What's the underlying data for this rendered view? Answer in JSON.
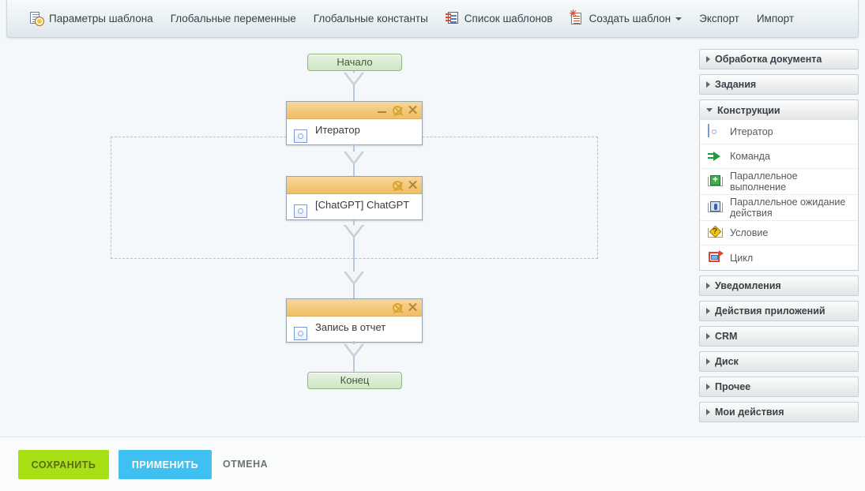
{
  "toolbar": {
    "items": [
      {
        "label": "Параметры шаблона",
        "icon": "document-settings-icon",
        "has_caret": false
      },
      {
        "label": "Глобальные переменные",
        "icon": null,
        "has_caret": false
      },
      {
        "label": "Глобальные константы",
        "icon": null,
        "has_caret": false
      },
      {
        "label": "Список шаблонов",
        "icon": "template-list-icon",
        "has_caret": false
      },
      {
        "label": "Создать шаблон",
        "icon": "new-template-icon",
        "has_caret": true
      },
      {
        "label": "Экспорт",
        "icon": null,
        "has_caret": false
      },
      {
        "label": "Импорт",
        "icon": null,
        "has_caret": false
      }
    ]
  },
  "canvas": {
    "start_node": {
      "label": "Начало"
    },
    "end_node": {
      "label": "Конец"
    },
    "activities": [
      {
        "title": "Итератор",
        "icon": "iterator-icon",
        "buttons": [
          "minimize",
          "settings",
          "close"
        ]
      },
      {
        "title": "[ChatGPT] ChatGPT",
        "icon": "activity-icon",
        "buttons": [
          "settings",
          "close"
        ]
      },
      {
        "title": "Запись в отчет",
        "icon": "activity-icon",
        "buttons": [
          "settings",
          "close"
        ]
      }
    ]
  },
  "sidebar": {
    "sections": [
      {
        "label": "Обработка документа",
        "expanded": false,
        "items": []
      },
      {
        "label": "Задания",
        "expanded": false,
        "items": []
      },
      {
        "label": "Конструкции",
        "expanded": true,
        "items": [
          {
            "label": "Итератор",
            "icon": "iterator-icon"
          },
          {
            "label": "Команда",
            "icon": "command-icon"
          },
          {
            "label": "Параллельное выполнение",
            "icon": "parallel-execution-icon"
          },
          {
            "label": "Параллельное ожидание действия",
            "icon": "parallel-wait-icon"
          },
          {
            "label": "Условие",
            "icon": "condition-icon"
          },
          {
            "label": "Цикл",
            "icon": "loop-icon"
          }
        ]
      },
      {
        "label": "Уведомления",
        "expanded": false,
        "items": []
      },
      {
        "label": "Действия приложений",
        "expanded": false,
        "items": []
      },
      {
        "label": "CRM",
        "expanded": false,
        "items": []
      },
      {
        "label": "Диск",
        "expanded": false,
        "items": []
      },
      {
        "label": "Прочее",
        "expanded": false,
        "items": []
      },
      {
        "label": "Мои действия",
        "expanded": false,
        "items": []
      }
    ]
  },
  "footer": {
    "save_label": "СОХРАНИТЬ",
    "apply_label": "ПРИМЕНИТЬ",
    "cancel_label": "ОТМЕНА"
  },
  "colors": {
    "save_button": "#a8e016",
    "apply_button": "#3ec0f0",
    "activity_header": "#f3c777",
    "terminal_node": "#cfe5c4",
    "canvas_background": "#f4f8fa"
  }
}
